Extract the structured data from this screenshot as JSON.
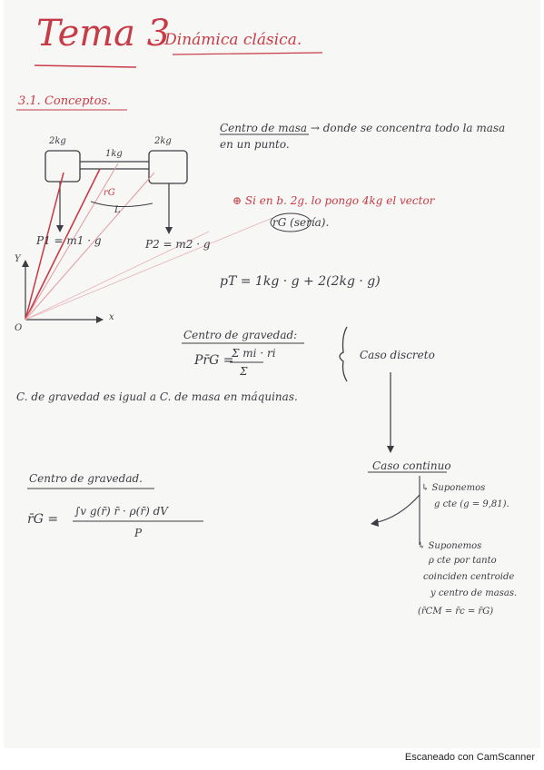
{
  "header": {
    "title": "Tema 3",
    "subtitle": "- Dinámica clásica."
  },
  "section": {
    "number": "3.1.",
    "name": "Conceptos."
  },
  "diagram": {
    "mass_left": "2kg",
    "mass_right": "2kg",
    "mass_middle": "1kg",
    "rg_label": "rG",
    "l_label": "L",
    "p1": "P1 = m1 · g",
    "p2": "P2 = m2 · g",
    "axis_y": "Y",
    "axis_x": "x",
    "origin": "O"
  },
  "notes": {
    "centro_masa_line1": "Centro de masa → donde se concentra todo la masa",
    "centro_masa_line2": "en un punto.",
    "red_note_line1": "⊕ Si en b. 2g. lo pongo 4kg el vector",
    "red_note_line2": "rG (sería).",
    "pt_formula": "pT = 1kg · g + 2(2kg · g)",
    "cg_title": "Centro de gravedad:",
    "cg_formula_lhs": "Pr̄G =",
    "cg_formula_num": "Σ mi · ri",
    "cg_formula_den": "Σ",
    "caso_discreto": "Caso discreto",
    "cg_equal": "C. de gravedad es igual a C. de masa en máquinas.",
    "cg2_title": "Centro de gravedad.",
    "cg2_lhs": "r̄G =",
    "cg2_num": "∫v g(r̄) r̄ · ρ(r̄) dV",
    "cg2_den": "P",
    "caso_continuo": "Caso continuo",
    "supon1_line1": "↳ Suponemos",
    "supon1_line2": "g cte (g = 9,81).",
    "supon2_line1": "↳ Suponemos",
    "supon2_line2": "ρ cte por tanto",
    "supon2_line3": "coinciden centroide",
    "supon2_line4": "y centro de masas.",
    "supon2_line5": "(r̄CM = r̄c = r̄G)"
  },
  "footer": {
    "scanner": "Escaneado con CamScanner"
  },
  "colors": {
    "ink": "#3b3c44",
    "red_ink": "#c73b46",
    "paper": "#f7f7f5"
  }
}
